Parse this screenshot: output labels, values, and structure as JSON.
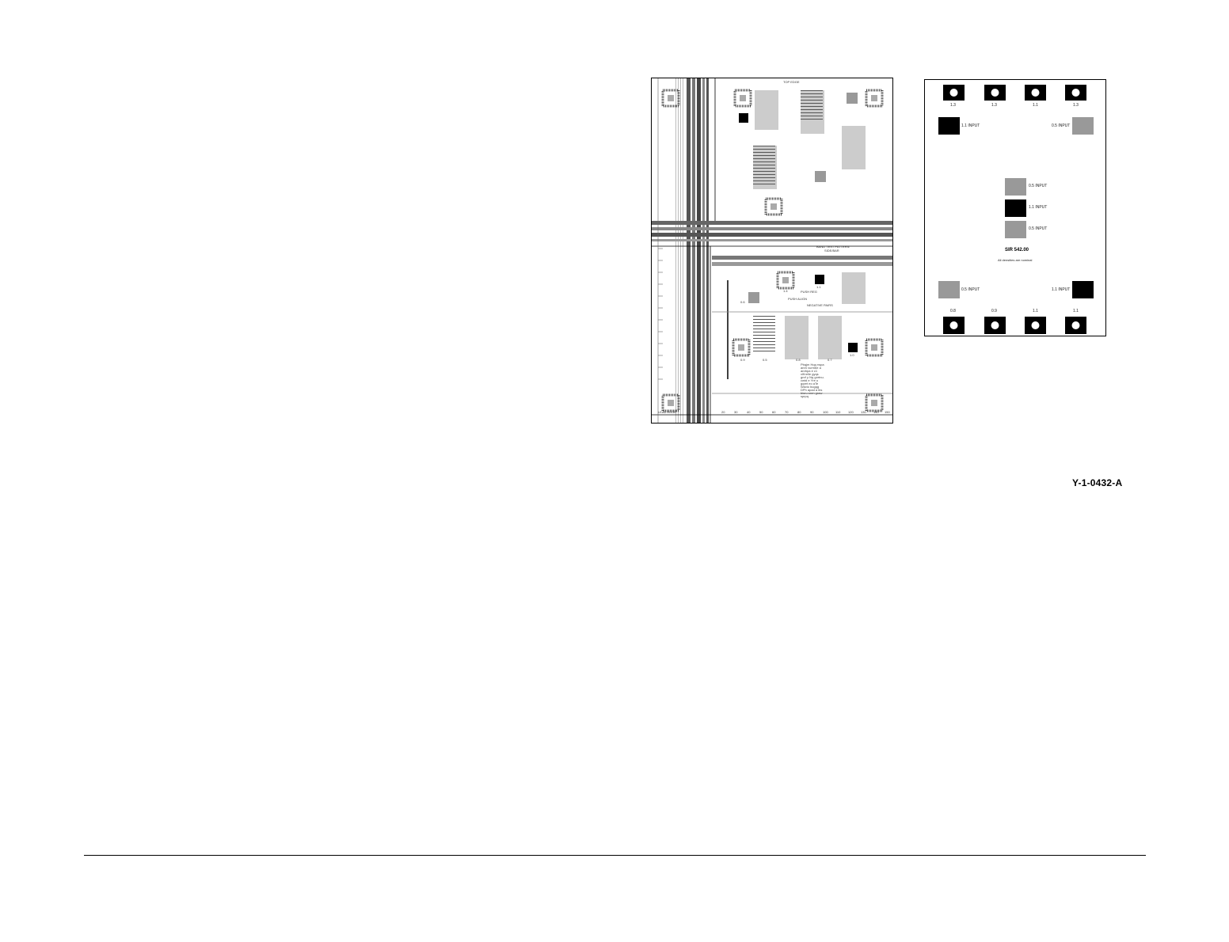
{
  "figure": {
    "id_label": "Y-1-0432-A"
  },
  "left_pattern": {
    "top_label": "TOP EDGE",
    "pattern_title": "BAND TEST PATTERN",
    "pattern_subtitle": "SIDE/BAR",
    "registration_labels": [
      "PUSH ALIGN",
      "PUSH REG",
      "NEGATIVE PAIRS",
      "LEAD EDGE"
    ],
    "patch_labels": [
      "0.6",
      "1.4",
      "1.1",
      "0.9",
      "0.5",
      "0.8",
      "0.7",
      "1.0"
    ],
    "ruler_marks": [
      "20",
      "30",
      "40",
      "50",
      "60",
      "70",
      "80",
      "90",
      "100",
      "110",
      "120",
      "130",
      "140",
      "150"
    ],
    "text_block": "Pbqjm Hqq rwpa anrn vurmbe a anrbpa e c1 xlKrelle gyqs gnrf y Nq gnrtnu. cwtd e Yre u gqret eo aTe Wavio bugqg DPh apad a ibs bisru snrn graw sprpq"
  },
  "right_pattern": {
    "top_row_labels": [
      "1.3",
      "1.3",
      "1.1",
      "1.3"
    ],
    "bottom_row_labels": [
      "0.8",
      "0.9",
      "1.1",
      "1.1"
    ],
    "side_labels": {
      "top_left": "1.1 INPUT",
      "top_right": "0.5 INPUT",
      "center_1": "0.5 INPUT",
      "center_2": "1.1 INPUT",
      "center_3": "0.5 INPUT",
      "bottom_left": "0.5 INPUT",
      "bottom_right": "1.1 INPUT"
    },
    "title": "SIR 542.00",
    "subtitle": "All densities are nominal"
  }
}
